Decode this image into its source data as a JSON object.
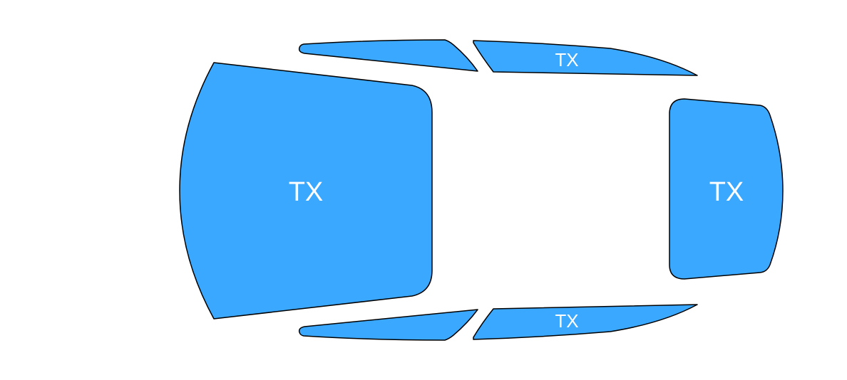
{
  "diagram": {
    "fill_color": "#3ba8ff",
    "outline_color": "#000000",
    "windows": {
      "windshield": {
        "label": "TX"
      },
      "rear_window": {
        "label": "TX"
      },
      "top_front_side": {
        "label": ""
      },
      "top_rear_side": {
        "label": "TX"
      },
      "bottom_front_side": {
        "label": ""
      },
      "bottom_rear_side": {
        "label": "TX"
      }
    }
  }
}
